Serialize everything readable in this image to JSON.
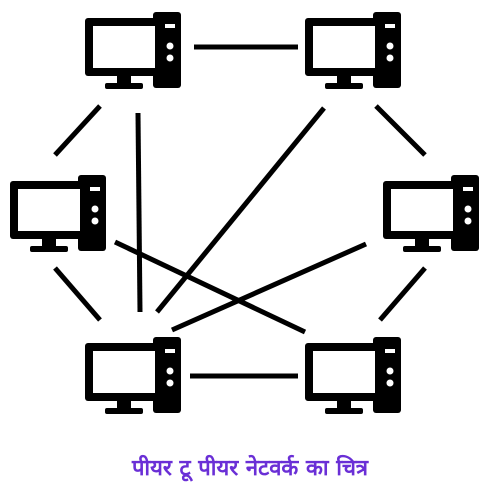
{
  "caption": "पीयर टू पीयर नेटवर्क का चित्र",
  "colors": {
    "stroke": "#000000",
    "background": "#ffffff",
    "caption": "#6a2fd6"
  },
  "icon": "desktop-computer-icon",
  "nodes": [
    {
      "id": "computer-top-left"
    },
    {
      "id": "computer-top-right"
    },
    {
      "id": "computer-middle-left"
    },
    {
      "id": "computer-middle-right"
    },
    {
      "id": "computer-bottom-left"
    },
    {
      "id": "computer-bottom-right"
    }
  ],
  "links": [
    {
      "from": "computer-top-left",
      "to": "computer-top-right"
    },
    {
      "from": "computer-top-left",
      "to": "computer-middle-left"
    },
    {
      "from": "computer-top-left",
      "to": "computer-bottom-left"
    },
    {
      "from": "computer-top-right",
      "to": "computer-middle-right"
    },
    {
      "from": "computer-top-right",
      "to": "computer-bottom-left"
    },
    {
      "from": "computer-middle-left",
      "to": "computer-bottom-left"
    },
    {
      "from": "computer-middle-left",
      "to": "computer-bottom-right"
    },
    {
      "from": "computer-middle-right",
      "to": "computer-bottom-left"
    },
    {
      "from": "computer-middle-right",
      "to": "computer-bottom-right"
    },
    {
      "from": "computer-bottom-left",
      "to": "computer-bottom-right"
    }
  ]
}
